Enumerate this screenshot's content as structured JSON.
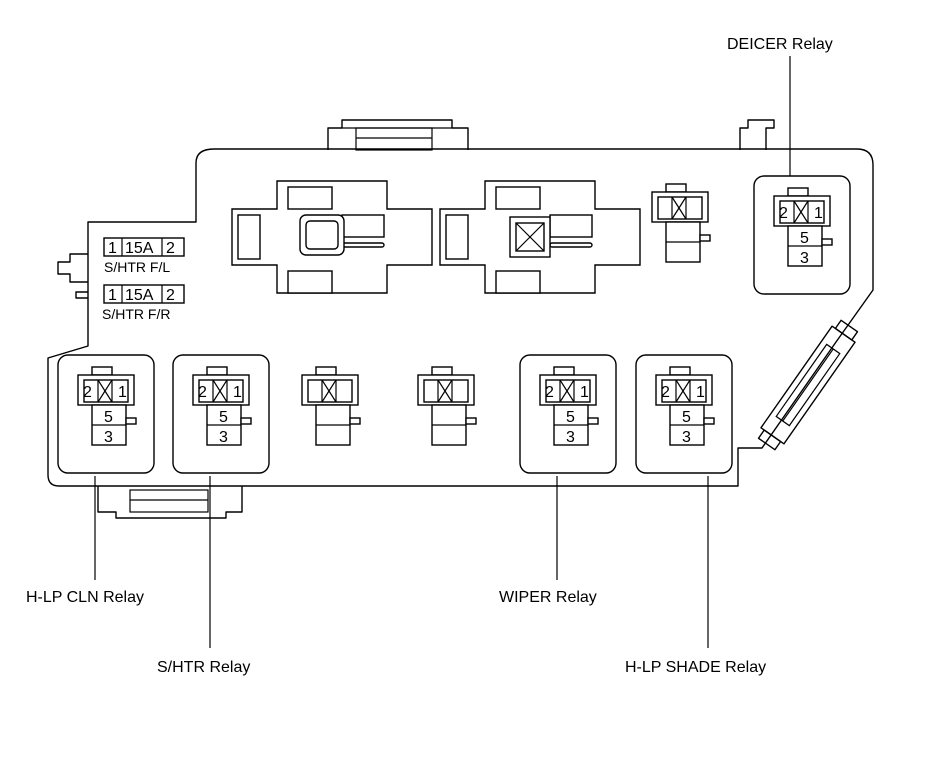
{
  "relay_labels": {
    "deicer": "DEICER Relay",
    "hlp_cln": "H-LP CLN Relay",
    "shtr": "S/HTR Relay",
    "wiper": "WIPER Relay",
    "hlp_shade": "H-LP SHADE Relay"
  },
  "fuses": [
    {
      "pin_a": "1",
      "amp": "15A",
      "pin_b": "2",
      "name": "S/HTR F/L"
    },
    {
      "pin_a": "1",
      "amp": "15A",
      "pin_b": "2",
      "name": "S/HTR F/R"
    }
  ],
  "relay_pins": {
    "p2": "2",
    "p1": "1",
    "p5": "5",
    "p3": "3"
  }
}
